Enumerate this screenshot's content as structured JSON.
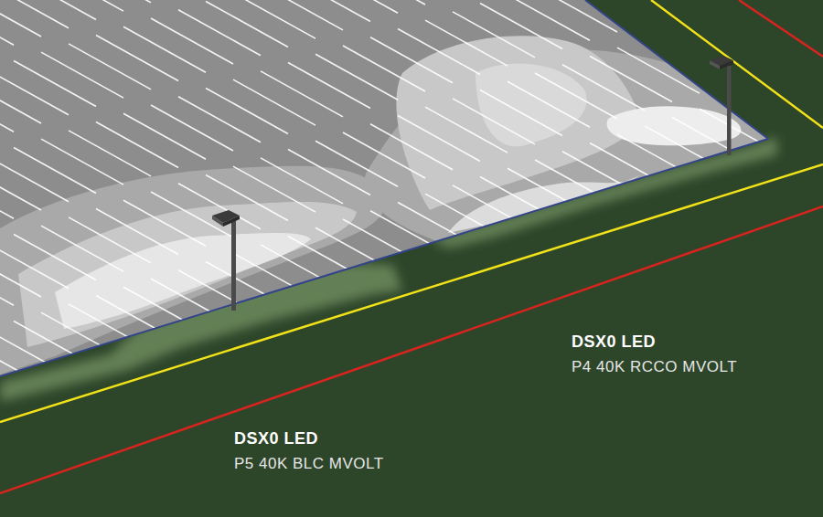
{
  "diagram": {
    "labels": [
      "DSX0 LED",
      "P4 40K RCCO MVOLT",
      "DSX0 LED",
      "P5 40K BLC MVOLT"
    ]
  }
}
